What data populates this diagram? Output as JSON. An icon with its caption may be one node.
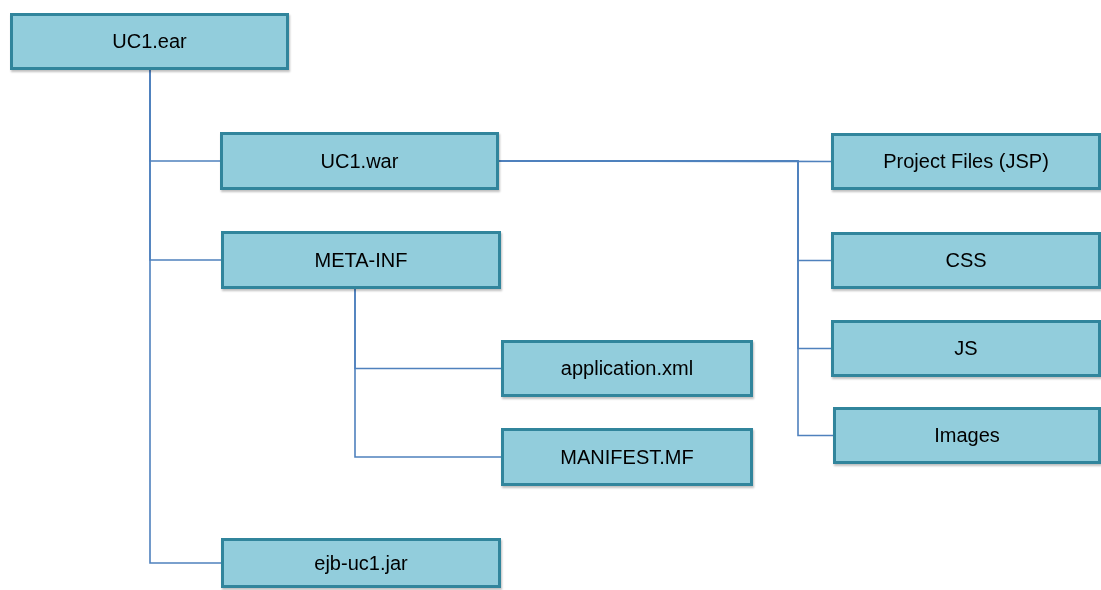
{
  "diagram": {
    "nodes": [
      {
        "text": [
          "UC1.ear"
        ]
      },
      {
        "text": [
          "UC1.war"
        ]
      },
      {
        "text": [
          "META-INF"
        ]
      },
      {
        "text": [
          "application.xml"
        ]
      },
      {
        "text": [
          "MANIFEST.MF"
        ]
      },
      {
        "text": [
          "ejb-uc1.jar"
        ]
      },
      {
        "text": [
          "Project Files (JSP)"
        ]
      },
      {
        "text": [
          "CSS"
        ]
      },
      {
        "text": [
          "JS"
        ]
      },
      {
        "text": [
          "Images"
        ]
      }
    ],
    "edges": [
      {
        "from": 0,
        "to": 1,
        "arrow": "none"
      },
      {
        "from": 0,
        "to": 2,
        "arrow": "none"
      },
      {
        "from": 0,
        "to": 5,
        "arrow": "none"
      },
      {
        "from": 2,
        "to": 3,
        "arrow": "none"
      },
      {
        "from": 2,
        "to": 4,
        "arrow": "none"
      },
      {
        "from": 1,
        "to": 6,
        "arrow": "none"
      },
      {
        "from": 1,
        "to": 7,
        "arrow": "none"
      },
      {
        "from": 1,
        "to": 8,
        "arrow": "none"
      },
      {
        "from": 1,
        "to": 9,
        "arrow": "none"
      }
    ]
  }
}
